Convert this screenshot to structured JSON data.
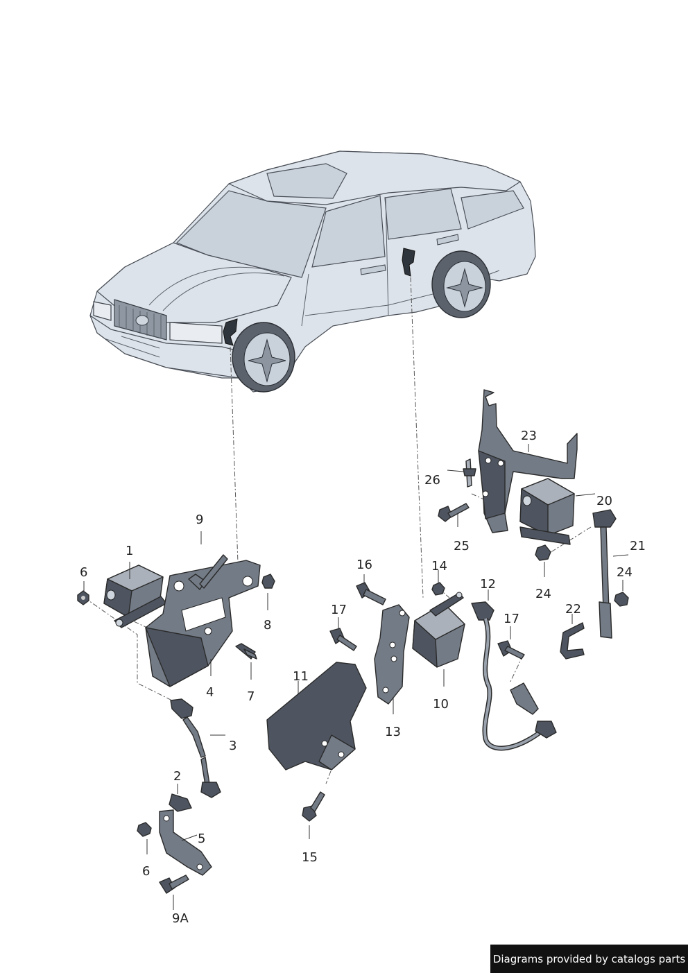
{
  "credit": "Diagrams provided by catalogs parts",
  "labels": {
    "p1": "1",
    "p2": "2",
    "p3": "3",
    "p4": "4",
    "p5": "5",
    "p6a": "6",
    "p6b": "6",
    "p7": "7",
    "p8": "8",
    "p9": "9",
    "p9a": "9A",
    "p10": "10",
    "p11": "11",
    "p12": "12",
    "p13": "13",
    "p14": "14",
    "p15": "15",
    "p16": "16",
    "p17a": "17",
    "p17b": "17",
    "p20": "20",
    "p21": "21",
    "p22": "22",
    "p23": "23",
    "p24a": "24",
    "p24b": "24",
    "p25": "25",
    "p26": "26"
  }
}
